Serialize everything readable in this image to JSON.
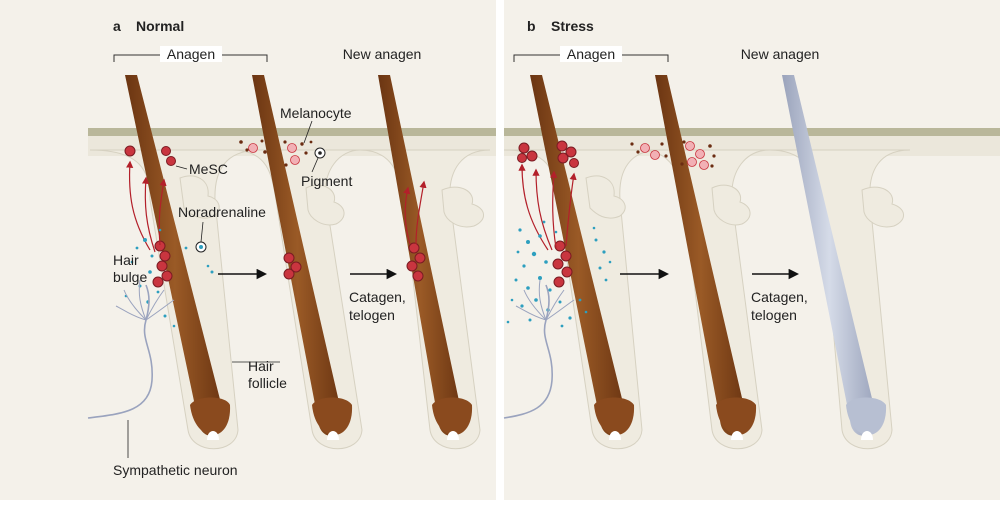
{
  "panels": {
    "a": {
      "letter": "a",
      "title": "Normal",
      "bracket_label": "Anagen",
      "new_anagen_label": "New anagen",
      "labels": {
        "melanocyte": "Melanocyte",
        "mesc": "MeSC",
        "pigment": "Pigment",
        "noradrenaline": "Noradrenaline",
        "hair_bulge_line1": "Hair",
        "hair_bulge_line2": "bulge",
        "transition_line1": "Catagen,",
        "transition_line2": "telogen",
        "hair_follicle_line1": "Hair",
        "hair_follicle_line2": "follicle",
        "sympathetic_neuron": "Sympathetic neuron"
      }
    },
    "b": {
      "letter": "b",
      "title": "Stress",
      "bracket_label": "Anagen",
      "new_anagen_label": "New anagen",
      "labels": {
        "transition_line1": "Catagen,",
        "transition_line2": "telogen"
      }
    }
  },
  "colors": {
    "background": "#f4f1ea",
    "skin_band": "#b9b79a",
    "follicle": "#efebe0",
    "hair": "#8a4a1e",
    "grey_hair": "#b7bfd2",
    "mesc_cell": "#c9353f",
    "melanocyte_cell": "#f2b0b5",
    "pigment": "#6b2d12",
    "noradrenaline": "#2d9fbf",
    "nerve": "#9aa3be",
    "arrow_red": "#b3202a"
  }
}
